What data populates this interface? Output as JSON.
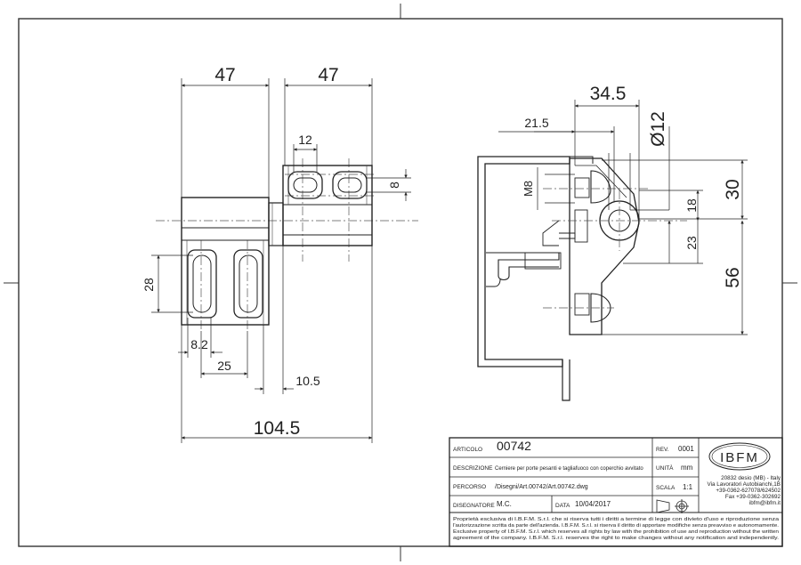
{
  "dimensions": {
    "front_width_left": "47",
    "front_width_right": "47",
    "slot_spacing_top": "12",
    "slot_height_top": "8",
    "slot_spacing_left": "28",
    "offset_8_2": "8.2",
    "offset_25": "25",
    "offset_10_5": "10.5",
    "overall_width": "104.5",
    "side_34_5": "34.5",
    "side_21_5": "21.5",
    "pin_diameter": "Ø12",
    "thread": "M8",
    "side_30": "30",
    "side_18": "18",
    "side_23": "23",
    "side_56": "56"
  },
  "title_block": {
    "article_label": "ARTICOLO",
    "article_value": "00742",
    "rev_label": "REV.",
    "rev_value": "0001",
    "description_label": "DESCRIZIONE",
    "description_value": "Cerniere per porte pesanti e tagliafuoco con coperchio avvitato",
    "unit_label": "UNITÀ",
    "unit_value": "mm",
    "path_label": "PERCORSO",
    "path_value": "/Disegni/Art.00742/Art.00742.dwg",
    "scale_label": "SCALA",
    "scale_value": "1:1",
    "designer_label": "DISEGNATORE",
    "designer_value": "M.C.",
    "date_label": "DATA",
    "date_value": "10/04/2017",
    "logo_text": "IBFM",
    "company_lines": [
      "20832 desio (MB) - Italy",
      "Via Lavoratori Autobianchi,1B",
      "+39-0362-627078/624502",
      "Fax +39-0362-302692",
      "ibfm@ibfm.it"
    ],
    "notice_lines": [
      "Proprietà esclusiva di I.B.F.M. S.r.l. che si riserva tutti i diritti a termine di legge con divieto d'uso e riproduzione senza",
      "l'autorizzazione scritta da parte dell'azienda. I.B.F.M. S.r.l. si riserva il diritto di apportare modifiche senza preavviso e autonomamente.",
      "Exclusive property of I.B.F.M. S.r.l. which reserves all rights by law with the prohibition of use and reproduction without the written",
      "agreement of the company. I.B.F.M. S.r.l. reserves the right to make changes without any notification and independently."
    ]
  }
}
